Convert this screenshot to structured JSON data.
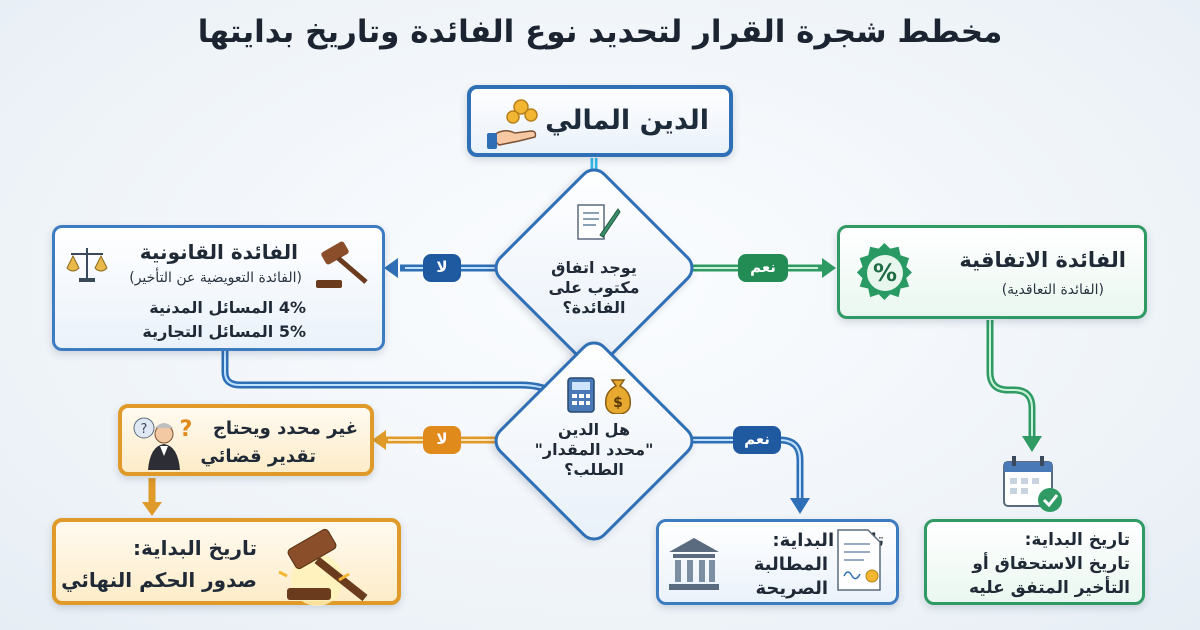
{
  "title": "مخطط شجرة القرار لتحديد نوع الفائدة وتاريخ بدايتها",
  "root": {
    "label": "الدين المالي",
    "icon": "hand-coins-icon"
  },
  "decision1": {
    "text": "يوجد اتفاق مكتوب على الفائدة؟",
    "icon": "contract-pen-icon"
  },
  "decision2": {
    "line1": "هل الدين",
    "line2": "\"محدد المقدار\"",
    "line3": "الطلب؟",
    "icon": "calculator-moneybag-icon"
  },
  "legal": {
    "title": "الفائدة القانونية",
    "subtitle": "(الفائدة التعويضية عن التأخير)",
    "civil": "4% المسائل المدنية",
    "commercial": "5% المسائل التجارية",
    "icons": [
      "scales-icon",
      "gavel-icon"
    ]
  },
  "contractual": {
    "title": "الفائدة الاتفاقية",
    "subtitle": "(الفائدة التعاقدية)",
    "icon": "percent-icon"
  },
  "undetermined": {
    "line1": "غير محدد ويحتاج",
    "line2": "تقدير قضائي",
    "icon": "judge-icon"
  },
  "start_judgment": {
    "line1": "تاريخ البداية:",
    "line2": "صدور الحكم النهائي",
    "icon": "gavel-icon"
  },
  "start_claim": {
    "line1": "تاريخ البداية:",
    "line2": "المطالبة",
    "line3": "الصريحة",
    "icons": [
      "bank-icon",
      "certificate-icon"
    ]
  },
  "start_due": {
    "line1": "تاريخ البداية:",
    "line2": "تاريخ الاستحقاق أو",
    "line3": "التأخير المتفق عليه",
    "icon": "calendar-check-icon"
  },
  "labels": {
    "no": "لا",
    "yes": "نعم"
  },
  "colors": {
    "blue": "#2f6fb5",
    "green": "#2f9a63",
    "orange": "#e09a2a",
    "cyan": "#35b8e8"
  }
}
